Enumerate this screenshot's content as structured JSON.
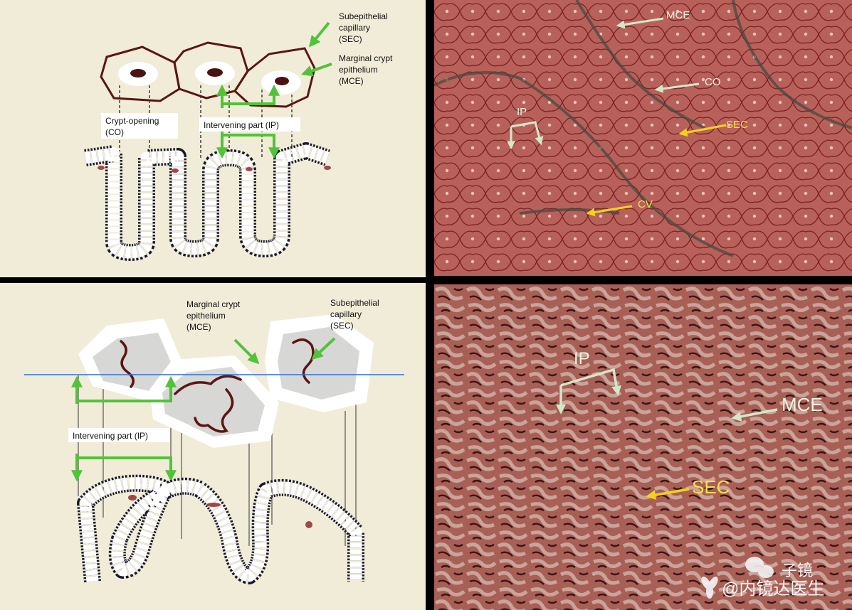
{
  "top_diagram": {
    "sec_label": [
      "Subepithelial",
      "capillary",
      "(SEC)"
    ],
    "mce_label": [
      "Marginal crypt",
      "epithelium",
      "(MCE)"
    ],
    "co_label": [
      "Crypt-opening",
      "(CO)"
    ],
    "ip_label": "Intervening part (IP)"
  },
  "top_photo": {
    "mce": "MCE",
    "co": "CO",
    "ip": "IP",
    "sec": "SEC",
    "cv": "CV"
  },
  "bottom_diagram": {
    "mce_label": [
      "Marginal crypt",
      "epithelium",
      "(MCE)"
    ],
    "sec_label": [
      "Subepithelial",
      "capillary",
      "(SEC)"
    ],
    "ip_label": "Intervening part (IP)"
  },
  "bottom_photo": {
    "ip": "IP",
    "mce": "MCE",
    "sec": "SEC"
  },
  "watermark": {
    "line1": "子镜",
    "line2": "@内镜达医生"
  },
  "colors": {
    "diagram_bg": "#f0ecd8",
    "photo_top": "#b8615a",
    "photo_bottom": "#a85f55",
    "green_arrow": "#52c23a",
    "pale_arrow": "#d2e8c8",
    "yellow_arrow": "#f2d21c",
    "capillary": "#5a1612"
  }
}
